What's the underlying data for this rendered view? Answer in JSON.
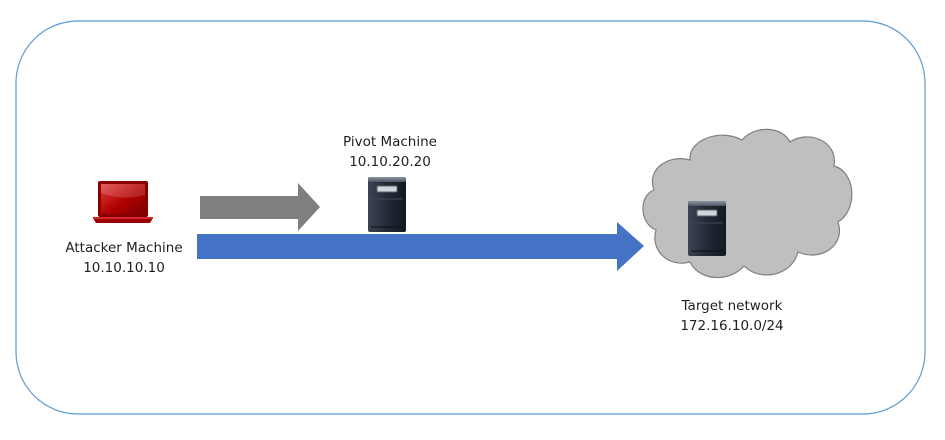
{
  "nodes": {
    "attacker": {
      "name": "Attacker Machine",
      "ip": "10.10.10.10"
    },
    "pivot": {
      "name": "Pivot Machine",
      "ip": "10.10.20.20"
    },
    "target": {
      "name": "Target network",
      "subnet": "172.16.10.0/24"
    }
  },
  "colors": {
    "frame": "#5b9bd5",
    "laptop": "#c00000",
    "gray_arrow": "#7f7f7f",
    "blue_arrow": "#4472c4",
    "cloud": "#bfbfbf",
    "cloud_outline": "#7f7f7f",
    "server": "#1e2530"
  },
  "icons": {
    "attacker": "laptop-icon",
    "pivot": "server-icon",
    "target": "server-icon",
    "network": "cloud-icon"
  }
}
